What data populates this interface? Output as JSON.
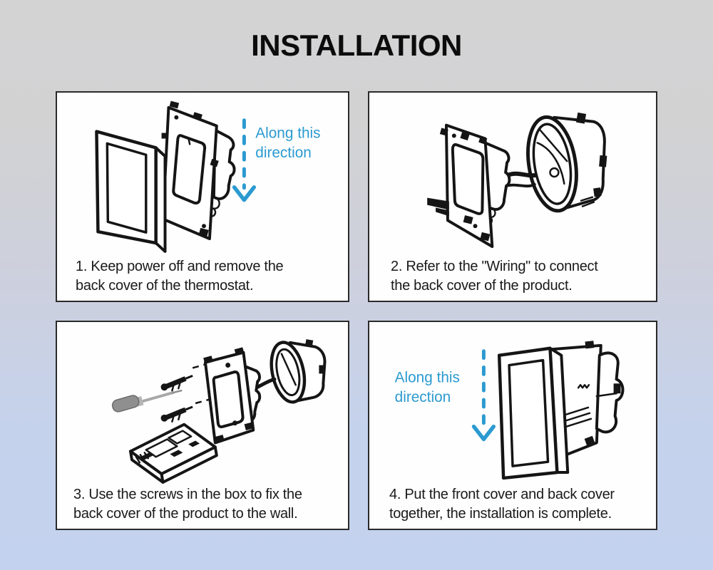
{
  "page": {
    "title": "INSTALLATION",
    "accent_blue": "#2b9ad0",
    "background_top": "#d4d3d4",
    "background_bottom": "#c3d2ef"
  },
  "panels": [
    {
      "step": 1,
      "illustration": "thermostat-front-cover-removed-from-back-cover",
      "direction_label": {
        "line1": "Along this",
        "line2": "direction"
      },
      "caption": {
        "line1": "1. Keep power off and remove the",
        "line2": "back cover of the thermostat."
      }
    },
    {
      "step": 2,
      "illustration": "back-cover-wired-to-round-wall-box",
      "caption": {
        "line1": "2. Refer to the \"Wiring\" to connect",
        "line2": "the back cover of the product."
      }
    },
    {
      "step": 3,
      "illustration": "screws-and-screwdriver-fixing-back-cover-to-wall",
      "caption": {
        "line1": "3. Use the screws in the box to fix the",
        "line2": "back cover of the product to the wall."
      }
    },
    {
      "step": 4,
      "illustration": "front-cover-attached-to-back-cover",
      "direction_label": {
        "line1": "Along this",
        "line2": "direction"
      },
      "caption": {
        "line1": "4. Put the front cover and back cover",
        "line2": "together, the installation is complete."
      }
    }
  ]
}
